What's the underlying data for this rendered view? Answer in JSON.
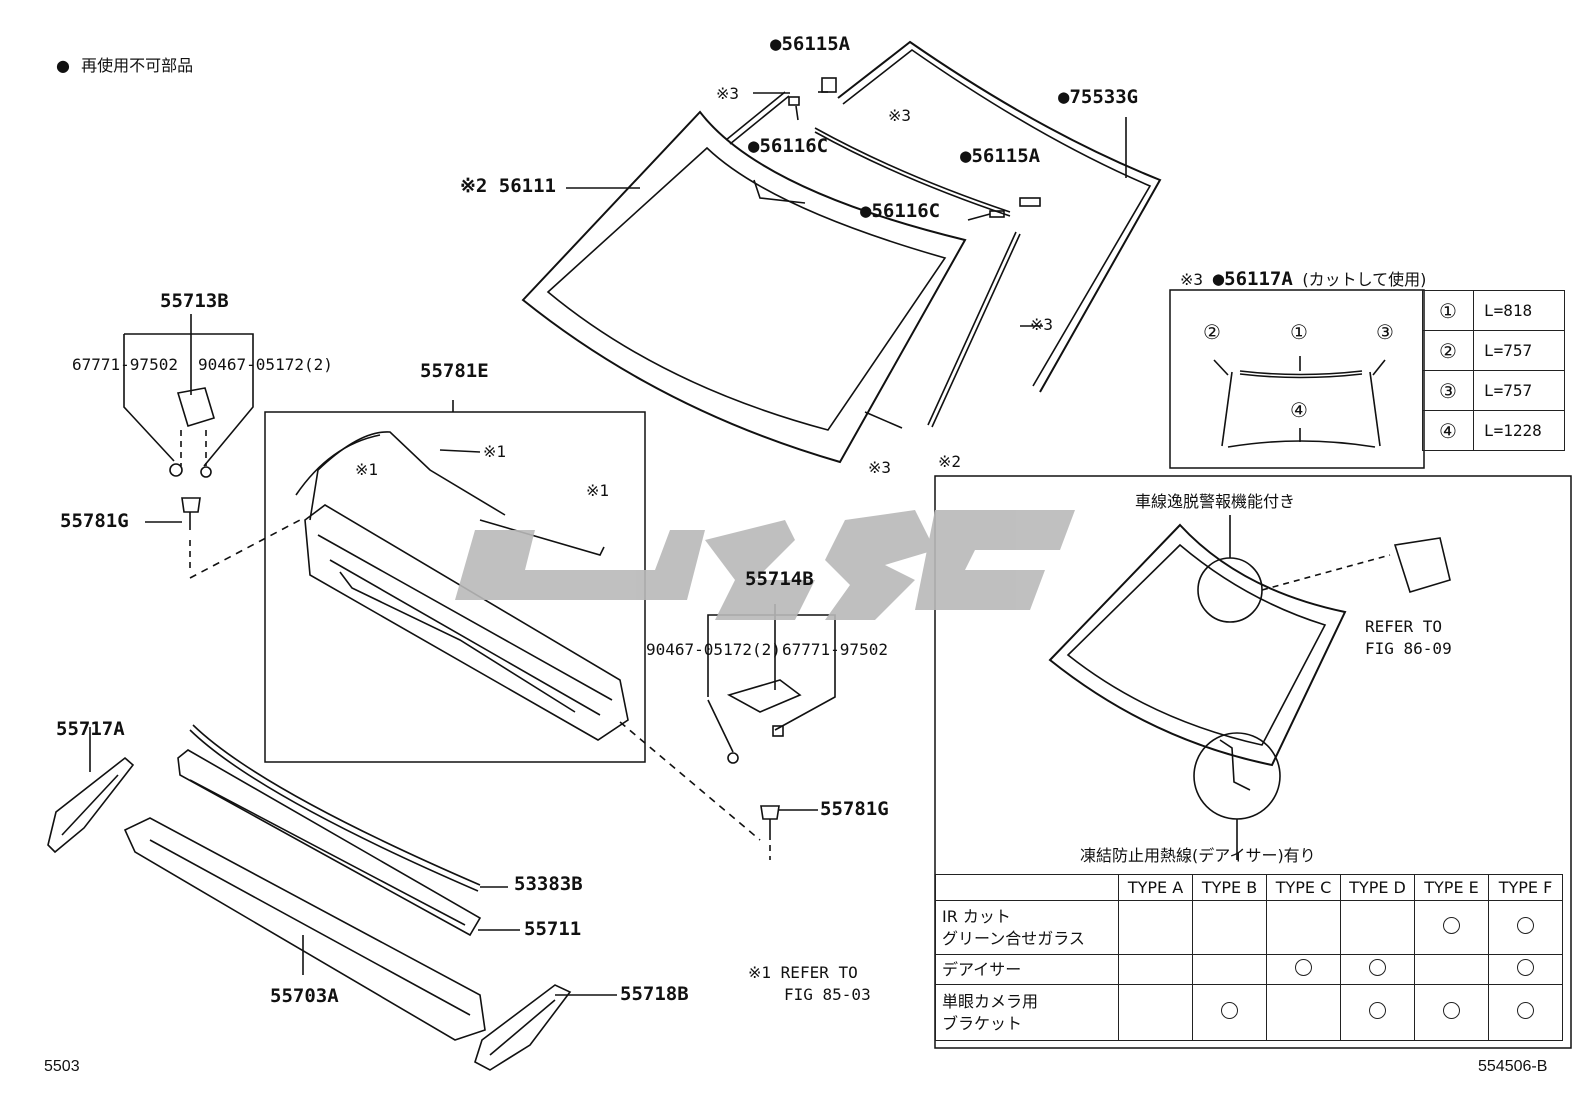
{
  "legend": {
    "bullet": "●",
    "text": "再使用不可部品"
  },
  "parts": {
    "p56115A_top": "●56115A",
    "p75533G": "●75533G",
    "p56116C_a": "●56116C",
    "p56115A_b": "●56115A",
    "p56116C_b": "●56116C",
    "p56111": "※2 56111",
    "p55713B": "55713B",
    "p67771_a": "67771-97502",
    "p90467_a": "90467-05172(2)",
    "p55781G_a": "55781G",
    "p55781E": "55781E",
    "p55714B": "55714B",
    "p90467_b": "90467-05172(2)",
    "p67771_b": "67771-97502",
    "p55781G_b": "55781G",
    "p55717A": "55717A",
    "p53383B": "53383B",
    "p55711": "55711",
    "p55703A": "55703A",
    "p55718B": "55718B"
  },
  "marks": {
    "s3_a": "※3",
    "s3_b": "※3",
    "s3_c": "※3",
    "s3_d": "※3",
    "s1_a": "※1",
    "s1_b": "※1",
    "s1_c": "※1",
    "s2_box": "※2"
  },
  "refer1": {
    "line1": "※1 REFER TO",
    "line2": "FIG 85-03"
  },
  "refer2": {
    "line1": "REFER TO",
    "line2": "FIG 86-09"
  },
  "cut": {
    "title_mark": "※3",
    "title_part": "●56117A",
    "title_note": "(カットして使用)",
    "rows": [
      {
        "num": "①",
        "len": "L=818"
      },
      {
        "num": "②",
        "len": "L=757"
      },
      {
        "num": "③",
        "len": "L=757"
      },
      {
        "num": "④",
        "len": "L=1228"
      }
    ],
    "diagram_nums": [
      "②",
      "①",
      "③",
      "④"
    ]
  },
  "inset": {
    "label_top": "車線逸脱警報機能付き",
    "label_bottom": "凍結防止用熱線(デアイサー)有り"
  },
  "types": {
    "headers": [
      "TYPE A",
      "TYPE B",
      "TYPE C",
      "TYPE D",
      "TYPE E",
      "TYPE F"
    ],
    "rows": [
      {
        "l1": "IR カット",
        "l2": "グリーン合せガラス",
        "marks": [
          false,
          false,
          false,
          false,
          true,
          true
        ]
      },
      {
        "l1": "デアイサー",
        "l2": "",
        "marks": [
          false,
          false,
          true,
          true,
          false,
          true
        ]
      },
      {
        "l1": "単眼カメラ用",
        "l2": "ブラケット",
        "marks": [
          false,
          true,
          false,
          true,
          true,
          true
        ]
      }
    ]
  },
  "footer": {
    "left": "5503",
    "right": "554506-B"
  }
}
